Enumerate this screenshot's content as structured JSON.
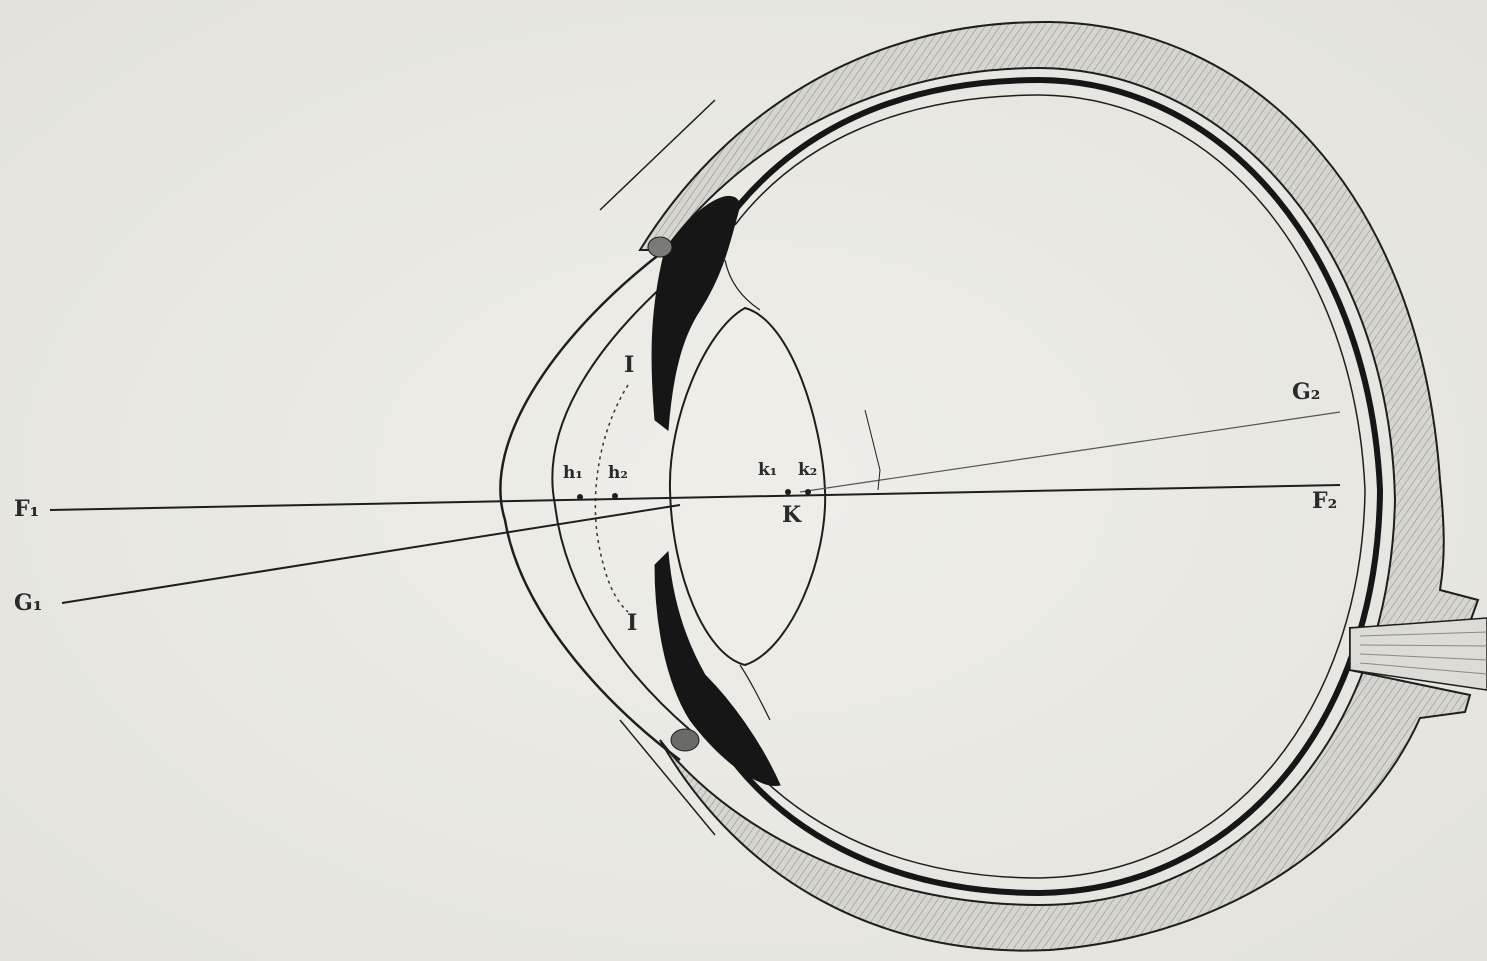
{
  "colors": {
    "paper": "#ecebe6",
    "ink": "#1e1e1e",
    "sclera_fill": "#d9d8d2",
    "iris_fill": "#161616"
  },
  "labels": {
    "F1": "F₁",
    "G1": "G₁",
    "F2": "F₂",
    "G2": "G₂",
    "h1": "h₁",
    "h2": "h₂",
    "k1": "k₁",
    "k2": "k₂",
    "K": "K",
    "I_top": "I",
    "I_bottom": "I"
  }
}
